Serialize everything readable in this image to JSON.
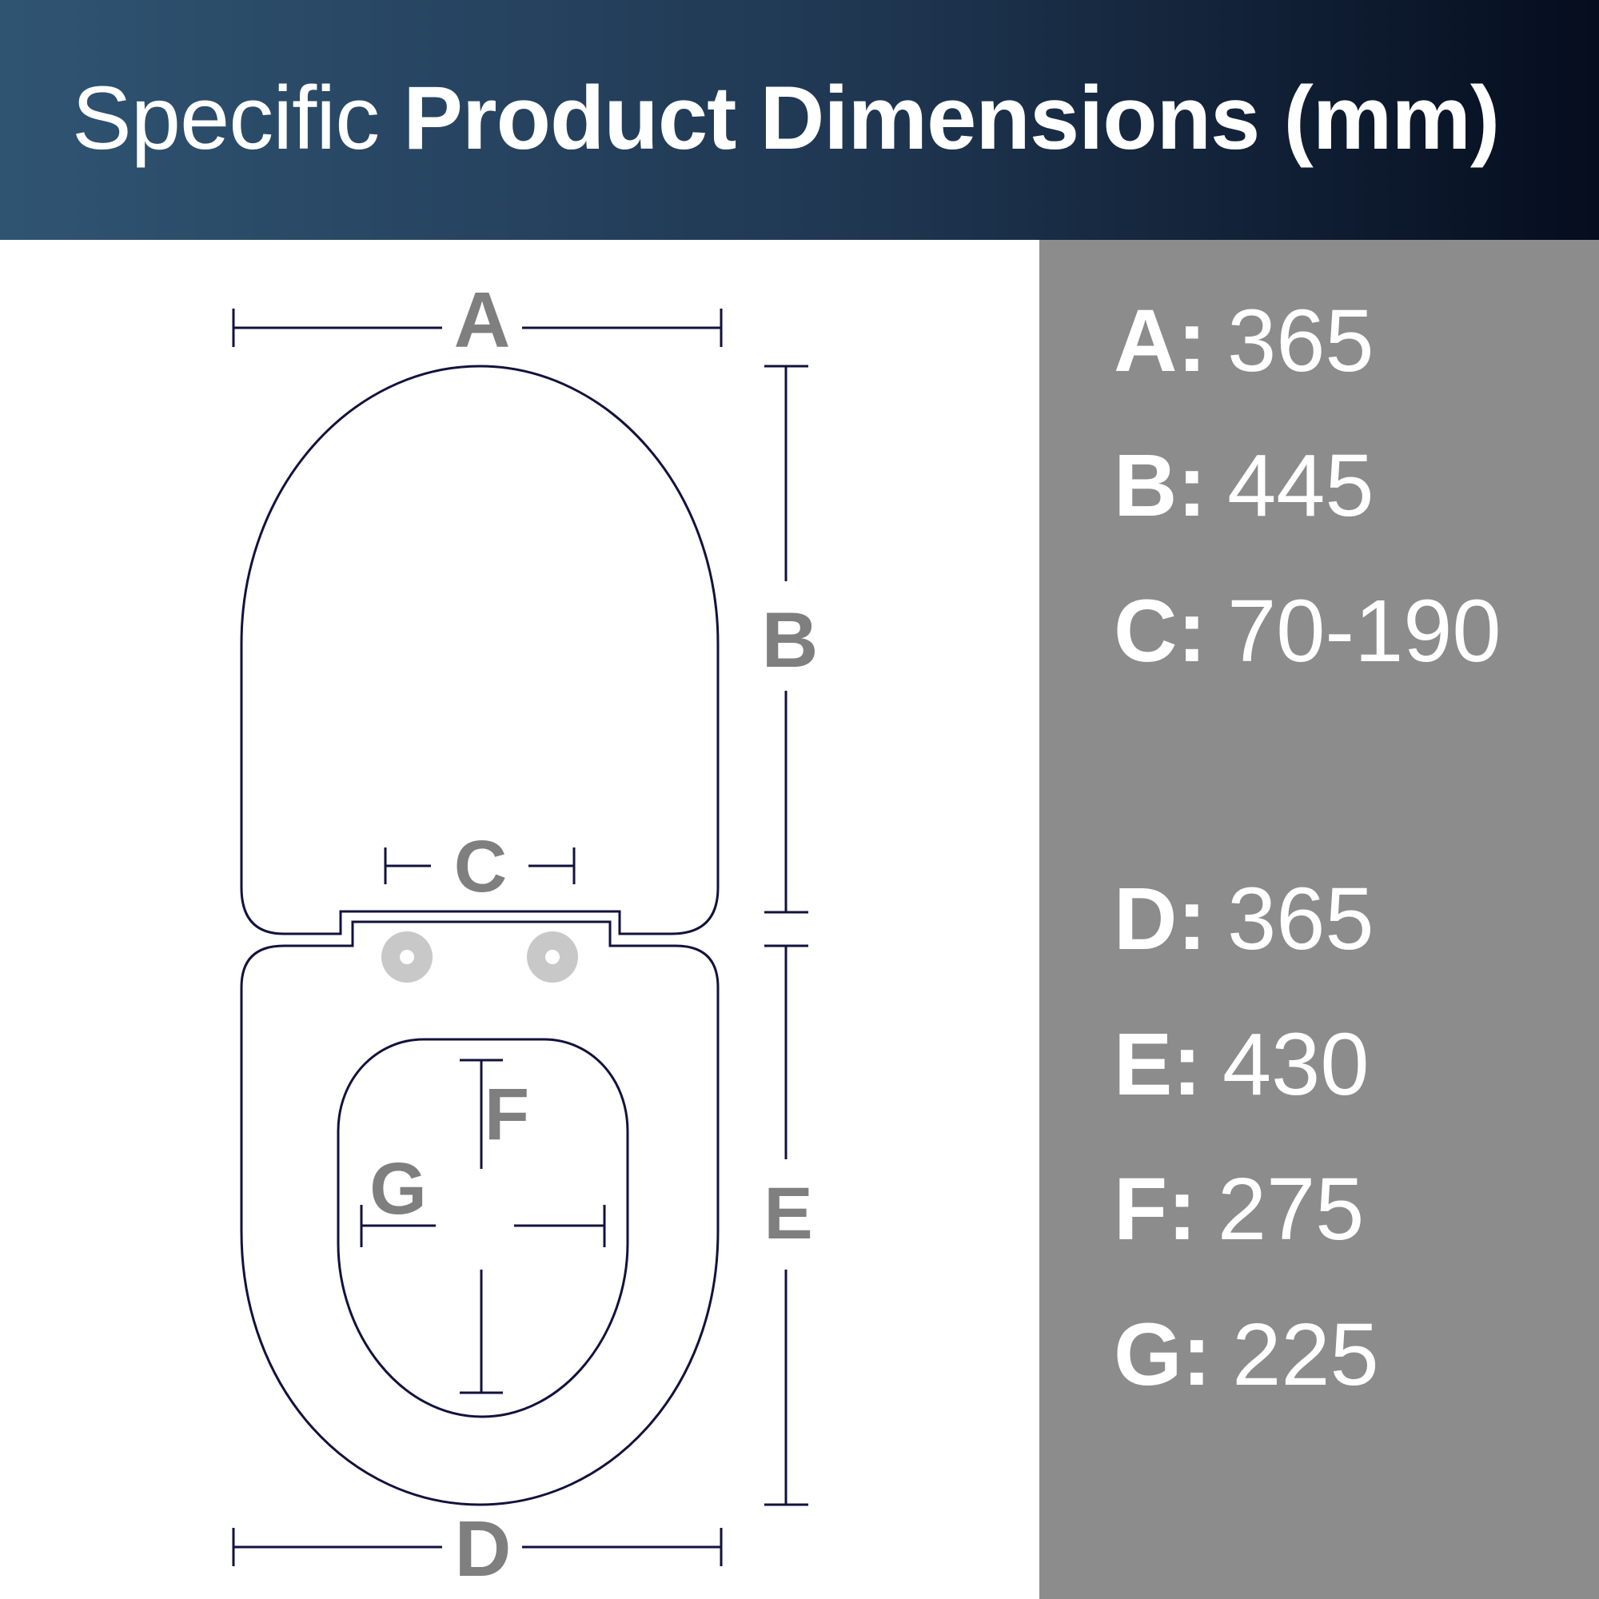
{
  "header": {
    "title_light": "Specific",
    "title_bold": "Product Dimensions (mm)"
  },
  "diagram": {
    "labels": {
      "A": "A",
      "B": "B",
      "C": "C",
      "D": "D",
      "E": "E",
      "F": "F",
      "G": "G"
    }
  },
  "specs": [
    {
      "key": "A:",
      "value": "365"
    },
    {
      "key": "B:",
      "value": "445"
    },
    {
      "key": "C:",
      "value": "70-190"
    },
    {
      "key": "D:",
      "value": "365"
    },
    {
      "key": "E:",
      "value": "430"
    },
    {
      "key": "F:",
      "value": "275"
    },
    {
      "key": "G:",
      "value": "225"
    }
  ],
  "colors": {
    "line": "#12123e",
    "label_gray": "#7f7f7f",
    "hinge_gray": "#c8c8c8",
    "panel_gray": "#8b8c8b",
    "header_start": "#2f5472",
    "header_end": "#050d1e"
  }
}
